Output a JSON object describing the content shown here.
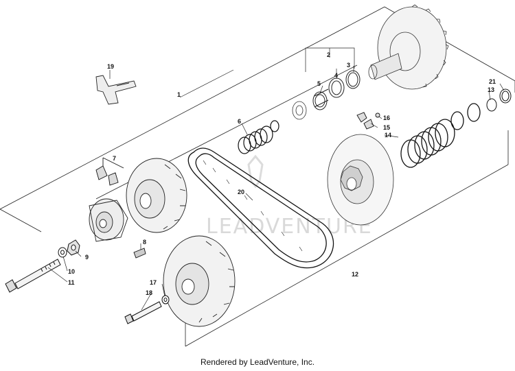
{
  "diagram": {
    "watermark_text": "LEADVENTURE",
    "footer_text": "Rendered by LeadVenture, Inc.",
    "callouts": {
      "c1": "1",
      "c2": "2",
      "c3": "3",
      "c4": "4",
      "c5": "5",
      "c6": "6",
      "c7": "7",
      "c8": "8",
      "c9": "9",
      "c10": "10",
      "c11": "11",
      "c12": "12",
      "c13": "13",
      "c14": "14",
      "c15": "15",
      "c16": "16",
      "c17": "17",
      "c18": "18",
      "c19": "19",
      "c20": "20",
      "c21": "21"
    }
  }
}
